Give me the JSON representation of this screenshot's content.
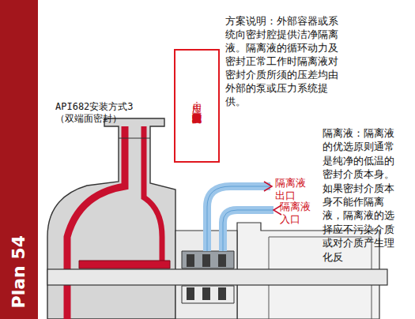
{
  "diagram": {
    "nodes": [
      {
        "text": [
          "Plan 54"
        ]
      },
      {
        "text": [
          "应用：介质温度较高或含固体颗粒或两者兼有的场合。"
        ]
      }
    ],
    "labels": [
      "API682安装方式3 （双端面密封）",
      "方案说明：外部容器或系统向密封腔提供洁净隔离液。隔离液的循环动力及密封正常工作时隔离液对密封介质所须的压差均由外部的泵或压力系统提供。",
      "隔离液出口",
      "隔离液入口",
      "隔离液：隔离液的优选原则通常是纯净的低温的密封介质本身。如果密封介质本身不能作隔离液，隔离液的选择应不污染介质或对介质产生理化反"
    ]
  }
}
